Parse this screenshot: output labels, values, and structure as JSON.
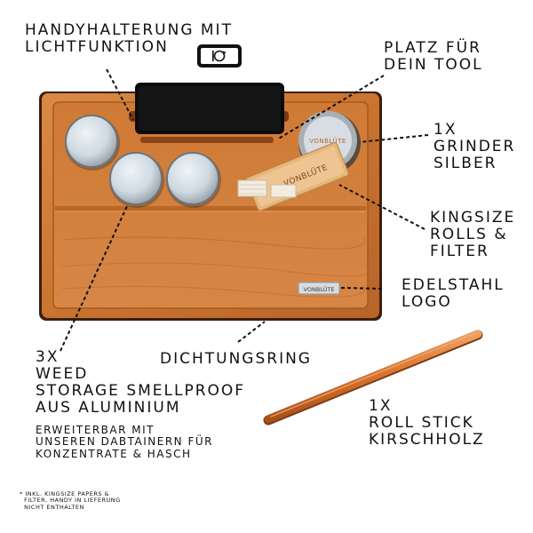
{
  "labels": {
    "phone_holder": "HANDYHALTERUNG MIT\nLICHTFUNKTION",
    "tool_slot": "PLATZ FÜR\nDEIN TOOL",
    "grinder": "1X\nGRINDER\nSILBER",
    "rolls": "KINGSIZE\nROLLS & \nFILTER",
    "logo": "EDELSTAHL\nLOGO",
    "storage": "3X\nWEED\nSTORAGE SMELLPROOF\nAUS ALUMINIUM",
    "storage_note": "ERWEITERBAR MIT\nUNSEREN DABTAINERN FÜR\nKONZENTRATE & HASCH",
    "seal": "DICHTUNGSRING",
    "roll_stick": "1X\nROLL STICK\nKIRSCHHOLZ",
    "footnote": "* INKL. KINGSIZE PAPERS &\n  FILTER, HANDY IN LIEFERUNG\n  NICHT ENTHALTEN"
  },
  "brand": {
    "grinder_text": "VONBLÜTE",
    "papers_text": "VONBLÜTE",
    "plate_text": "VONBLÜTE"
  },
  "colors": {
    "wood": "#c9742f",
    "wood_dark": "#8a4517",
    "wood_light": "#e09a55",
    "metal": "#c8d2da",
    "phone": "#0b0b0b"
  },
  "icons": [
    "phone-rotate-icon"
  ]
}
